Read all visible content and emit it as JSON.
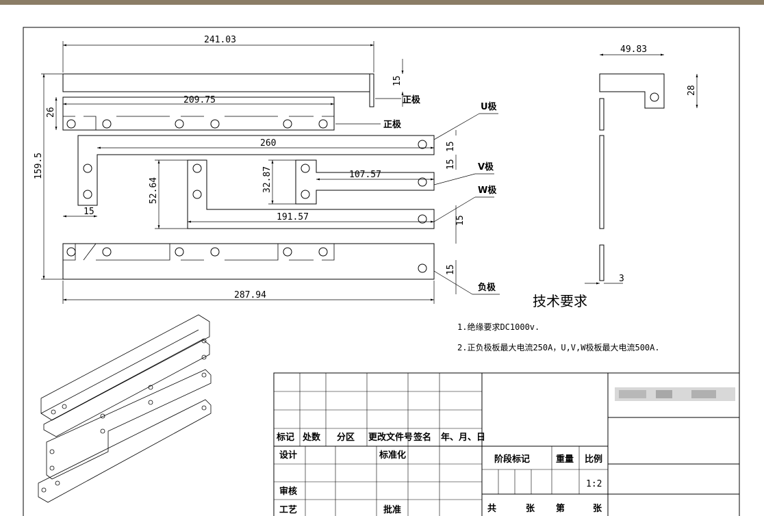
{
  "dimensions": {
    "top_bar_length": "241.03",
    "top_bar_height": "15",
    "pos_plate_length": "209.75",
    "pos_plate_height": "26",
    "total_height": "159.5",
    "u_length": "260",
    "u_tab": "15",
    "w_length": "191.57",
    "w_height": "52.64",
    "v_length": "107.57",
    "v_height": "32.87",
    "neg_length": "287.94",
    "side_width": "49.83",
    "side_height": "28",
    "side_thickness": "3",
    "u_right": "15",
    "v_right": "15",
    "w_right": "15",
    "neg_right": "15"
  },
  "labels": {
    "positive_1": "正极",
    "positive_2": "正极",
    "u_pole": "U极",
    "v_pole": "V极",
    "w_pole": "W极",
    "negative": "负极"
  },
  "requirements": {
    "title": "技术要求",
    "item1": "1.绝缘要求DC1000v.",
    "item2": "2.正负极板最大电流250A，U,V,W极板最大电流500A."
  },
  "title_block": {
    "mark": "标记",
    "count": "处数",
    "zone": "分区",
    "change_doc": "更改文件号",
    "sign": "签名",
    "date": "年、月、日",
    "design": "设计",
    "standard": "标准化",
    "review": "审核",
    "process": "工艺",
    "approve": "批准",
    "stage": "阶段标记",
    "weight": "重量",
    "scale_label": "比例",
    "scale_value": "1:2",
    "total": "共",
    "sheets1": "张",
    "page": "第",
    "sheets2": "张"
  }
}
